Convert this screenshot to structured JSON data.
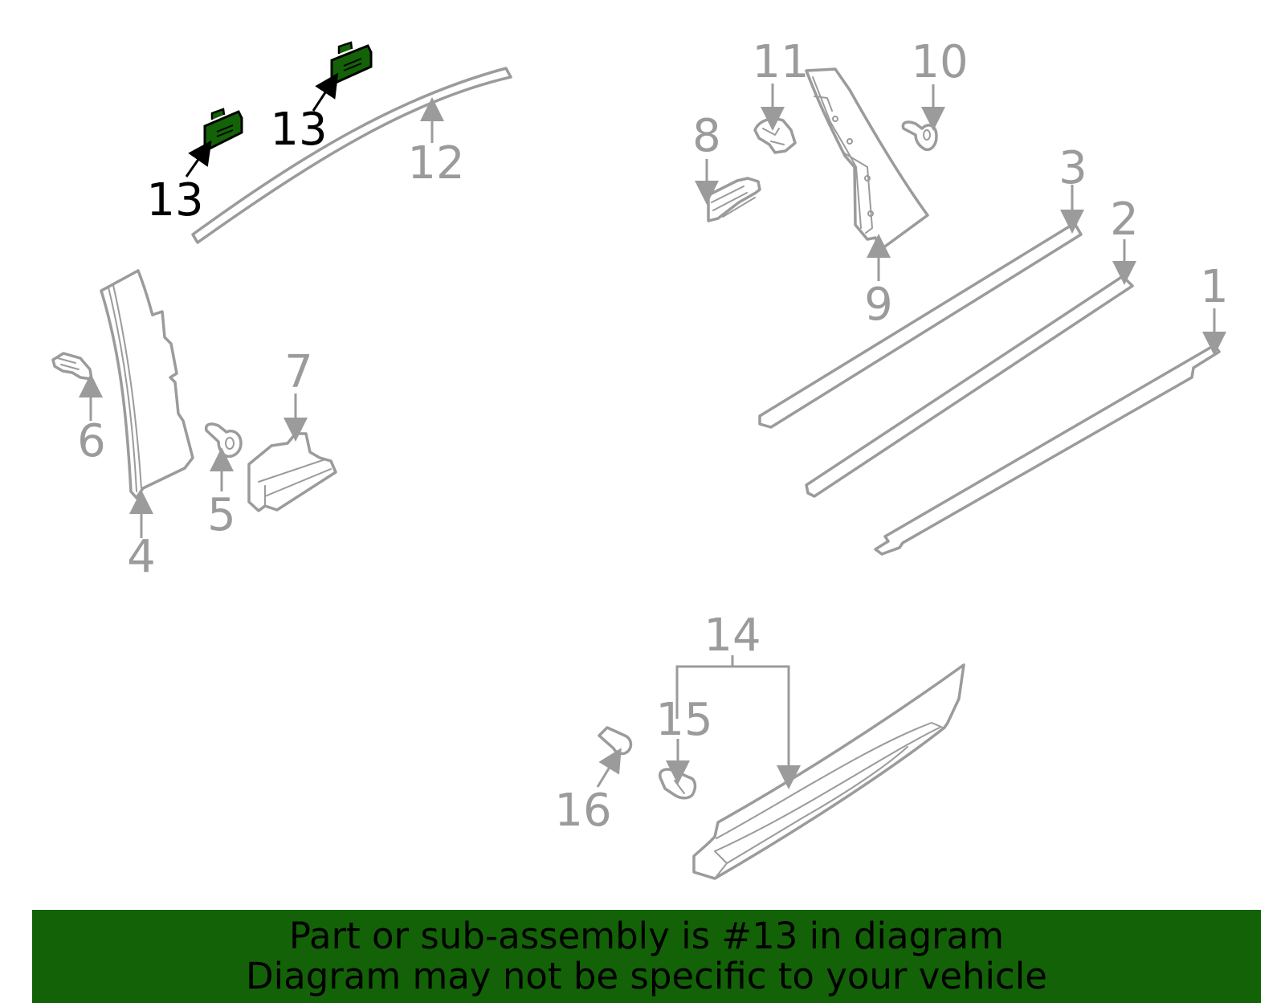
{
  "callouts": {
    "n1": "1",
    "n2": "2",
    "n3": "3",
    "n4": "4",
    "n5": "5",
    "n6": "6",
    "n7": "7",
    "n8": "8",
    "n9": "9",
    "n10": "10",
    "n11": "11",
    "n12": "12",
    "n13a": "13",
    "n13b": "13",
    "n14": "14",
    "n15": "15",
    "n16": "16"
  },
  "highlight_part": "13",
  "colors": {
    "highlight": "#136207",
    "parts": "#9b9b9b",
    "banner": "#136207"
  },
  "banner": {
    "line1": "Part or sub-assembly is #13 in diagram",
    "line2": "Diagram may not be specific to your vehicle"
  }
}
